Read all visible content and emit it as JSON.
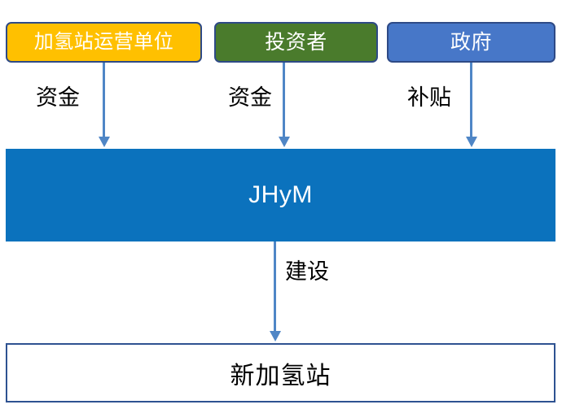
{
  "diagram": {
    "title_text": "JHyM",
    "nodes": [
      {
        "id": "operator",
        "label": "加氢站运营单位",
        "fill": "#ffc000",
        "text_color": "#ffffff",
        "border_color": "#2e4a86",
        "shape": "rounded-rectangle"
      },
      {
        "id": "investor",
        "label": "投资者",
        "fill": "#4a7b2c",
        "text_color": "#ffffff",
        "border_color": "#2e4a86",
        "shape": "rounded-rectangle"
      },
      {
        "id": "government",
        "label": "政府",
        "fill": "#4777c8",
        "text_color": "#ffffff",
        "border_color": "#2e4a86",
        "shape": "rounded-rectangle"
      },
      {
        "id": "hub",
        "label": "JHyM",
        "fill": "#0b72bd",
        "text_color": "#ffffff",
        "border_color": "#0b72bd",
        "shape": "rectangle"
      },
      {
        "id": "station",
        "label": "新加氢站",
        "fill": "#ffffff",
        "text_color": "#000000",
        "border_color": "#2e5291",
        "shape": "rectangle"
      }
    ],
    "edges": [
      {
        "id": "operator-to-hub",
        "from": "operator",
        "to": "hub",
        "label": "资金",
        "color": "#4f86c6",
        "direction": "down"
      },
      {
        "id": "investor-to-hub",
        "from": "investor",
        "to": "hub",
        "label": "资金",
        "color": "#4f86c6",
        "direction": "down"
      },
      {
        "id": "government-to-hub",
        "from": "government",
        "to": "hub",
        "label": "补贴",
        "color": "#4f86c6",
        "direction": "down"
      },
      {
        "id": "hub-to-station",
        "from": "hub",
        "to": "station",
        "label": "建设",
        "color": "#4f86c6",
        "direction": "down"
      }
    ]
  }
}
